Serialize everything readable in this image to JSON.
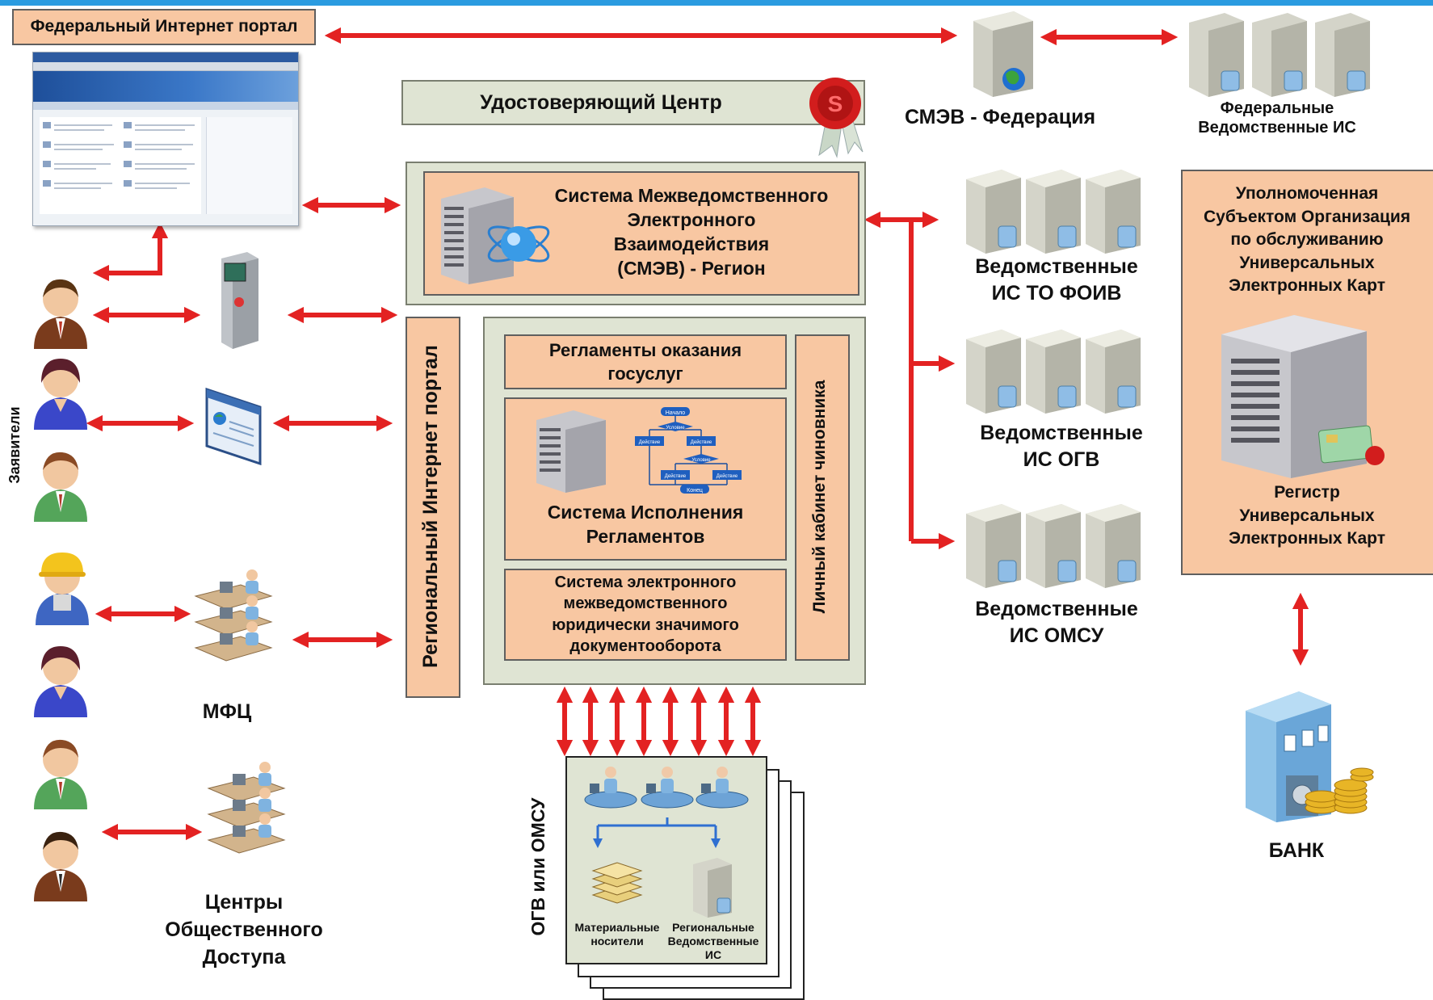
{
  "federal_portal": {
    "title": "Федеральный Интернет портал"
  },
  "certification_center": {
    "title": "Удостоверяющий Центр"
  },
  "smev_federation": {
    "label": "СМЭВ - Федерация"
  },
  "federal_agency_is": {
    "label_line1": "Федеральные",
    "label_line2": "Ведомственные ИС"
  },
  "smev_region": {
    "line1": "Система Межведомственного",
    "line2": "Электронного",
    "line3": "Взаимодействия",
    "line4": "(СМЭВ) - Регион"
  },
  "regional_portal": {
    "label": "Региональный Интернет портал"
  },
  "regulations": {
    "line1": "Регламенты оказания",
    "line2": "госуслуг"
  },
  "execution_system": {
    "line1": "Система Исполнения",
    "line2": "Регламентов",
    "flow": {
      "start": "Начало",
      "cond1": "Условие",
      "act1": "Действие",
      "act2": "Действие",
      "cond2": "Условие",
      "act3": "Действие",
      "act4": "Действие",
      "end": "Конец"
    }
  },
  "edms": {
    "line1": "Система электронного",
    "line2": "межведомственного",
    "line3": "юридически значимого",
    "line4": "документооборота"
  },
  "official_cabinet": {
    "label": "Личный кабинет чиновника"
  },
  "ogv_omsu": {
    "label": "ОГВ или ОМСУ",
    "material_line1": "Материальные",
    "material_line2": "носители",
    "regional_line1": "Региональные",
    "regional_line2": "Ведомственные",
    "regional_line3": "ИС"
  },
  "agency_is": {
    "foiv": {
      "line1": "Ведомственные",
      "line2": "ИС ТО ФОИВ"
    },
    "ogv": {
      "line1": "Ведомственные",
      "line2": "ИС ОГВ"
    },
    "omsu": {
      "line1": "Ведомственные",
      "line2": "ИС ОМСУ"
    }
  },
  "authorized_org": {
    "line1": "Уполномоченная",
    "line2": "Субъектом Организация",
    "line3": "по обслуживанию",
    "line4": "Универсальных",
    "line5": "Электронных Карт",
    "registry_line1": "Регистр",
    "registry_line2": "Универсальных",
    "registry_line3": "Электронных Карт"
  },
  "bank": {
    "label": "БАНК"
  },
  "applicants": {
    "label": "Заявители"
  },
  "mfc": {
    "label": "МФЦ"
  },
  "public_access": {
    "line1": "Центры",
    "line2": "Общественного",
    "line3": "Доступа"
  },
  "colors": {
    "arrow": "#e32222",
    "salmon": "#f8c7a2",
    "sage": "#dfe4d3",
    "topbar": "#2a9be0",
    "blue_arrow": "#2f6fd1"
  }
}
